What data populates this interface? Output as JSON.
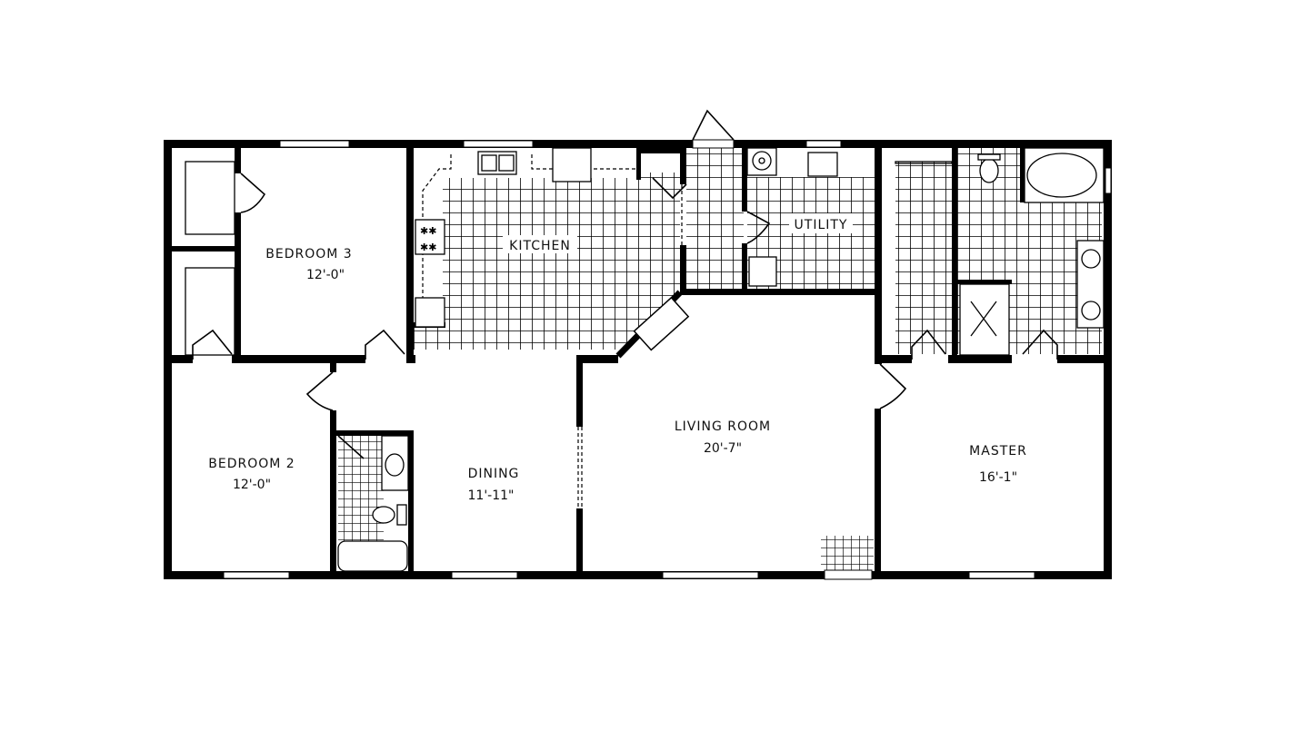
{
  "plan": {
    "colors": {
      "wall": "#000000",
      "tile": "#000000",
      "background": "#ffffff"
    },
    "rooms": [
      {
        "id": "bedroom3",
        "name": "BEDROOM 3",
        "size": "12'-0\""
      },
      {
        "id": "kitchen",
        "name": "KITCHEN",
        "size": ""
      },
      {
        "id": "utility",
        "name": "UTILITY",
        "size": ""
      },
      {
        "id": "bedroom2",
        "name": "BEDROOM 2",
        "size": "12'-0\""
      },
      {
        "id": "dining",
        "name": "DINING",
        "size": "11'-11\""
      },
      {
        "id": "living",
        "name": "LIVING ROOM",
        "size": "20'-7\""
      },
      {
        "id": "master",
        "name": "MASTER",
        "size": "16'-1\""
      }
    ],
    "fixtures": [
      "double-sink",
      "range",
      "refrigerator",
      "water-heater",
      "laundry-sink",
      "washer",
      "toilet",
      "oval-tub",
      "shower",
      "vanity-sink",
      "bathtub",
      "fireplace"
    ]
  }
}
